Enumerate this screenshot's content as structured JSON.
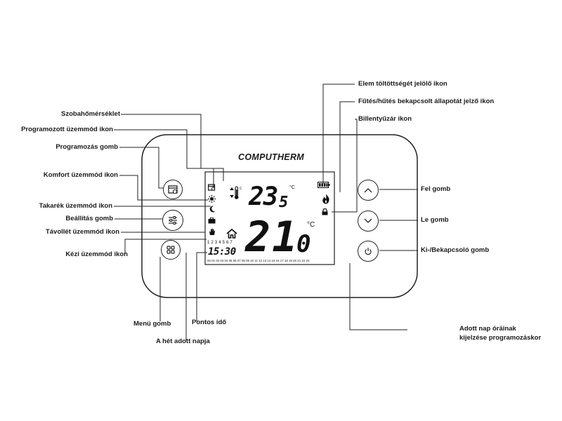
{
  "device": {
    "brand": "COMPUTHERM",
    "room_temp_main": "23",
    "room_temp_decimal": "5",
    "room_temp_unit": "°C",
    "set_temp_main": "21",
    "set_temp_decimal": "0",
    "set_temp_unit": "°C",
    "days": "1 2 3 4 5 6 7",
    "time": "15:30",
    "hours": "00 01 02 03 04 05 06 07 08 09 10 11 12 13 14 15 16 17 18 19 20 21 22 23"
  },
  "labels": {
    "battery": "Elem töltöttségét jelölő ikon",
    "heating_cooling": "Fűtés/hűtés bekapcsolt állapotát jelző ikon",
    "keylock": "Billentyűzár ikon",
    "room_temp": "Szobahőmérséklet",
    "programmed_mode": "Programozott üzemmód ikon",
    "programming_button": "Programozás gomb",
    "comfort_mode": "Komfort üzemmód ikon",
    "economy_mode": "Takarék üzemmód ikon",
    "settings_button": "Beállítás gomb",
    "away_mode": "Távollét üzemmód ikon",
    "manual_mode": "Kézi üzemmód ikon",
    "up_button": "Fel gomb",
    "down_button": "Le gomb",
    "power_button": "Ki-/Bekapcsoló gomb",
    "menu_button": "Menü gomb",
    "current_time": "Pontos idő",
    "day_of_week": "A hét adott napja",
    "day_hours_line1": "Adott nap óráinak",
    "day_hours_line2": "kijelzése programozáskor"
  },
  "icons": [
    "programmed-icon",
    "sun-icon",
    "moon-icon",
    "suitcase-icon",
    "hand-icon",
    "home-icon",
    "thermometer-icon",
    "battery-icon",
    "flame-icon",
    "lock-icon",
    "calendar-button-icon",
    "sliders-icon",
    "menu-grid-icon",
    "chevron-up-icon",
    "chevron-down-icon",
    "power-icon"
  ]
}
